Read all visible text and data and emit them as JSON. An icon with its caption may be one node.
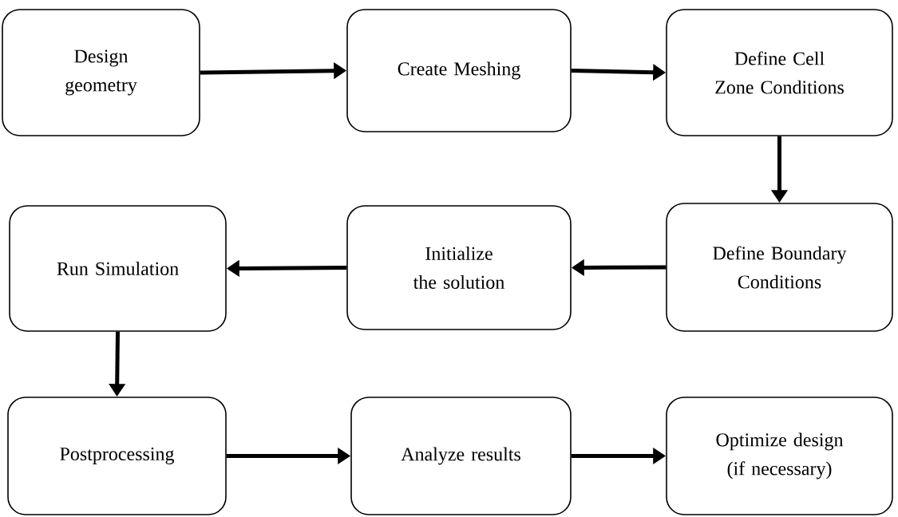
{
  "diagram": {
    "nodes": [
      {
        "text": [
          "Design geometry"
        ]
      },
      {
        "text": [
          "Create Meshing"
        ]
      },
      {
        "text": [
          "Define Cell Zone Conditions"
        ]
      },
      {
        "text": [
          "Run Simulation"
        ]
      },
      {
        "text": [
          "Initialize the solution"
        ]
      },
      {
        "text": [
          "Define Boundary Conditions"
        ]
      },
      {
        "text": [
          "Postprocessing"
        ]
      },
      {
        "text": [
          "Analyze results"
        ]
      },
      {
        "text": [
          "Optimize design (if necessary)"
        ]
      }
    ],
    "edges": [
      {
        "from": 0,
        "to": 1,
        "arrow": "to"
      },
      {
        "from": 1,
        "to": 2,
        "arrow": "to"
      },
      {
        "from": 2,
        "to": 5,
        "arrow": "to"
      },
      {
        "from": 5,
        "to": 4,
        "arrow": "to"
      },
      {
        "from": 4,
        "to": 3,
        "arrow": "to"
      },
      {
        "from": 3,
        "to": 6,
        "arrow": "to"
      },
      {
        "from": 6,
        "to": 7,
        "arrow": "to"
      },
      {
        "from": 7,
        "to": 8,
        "arrow": "to"
      }
    ]
  }
}
